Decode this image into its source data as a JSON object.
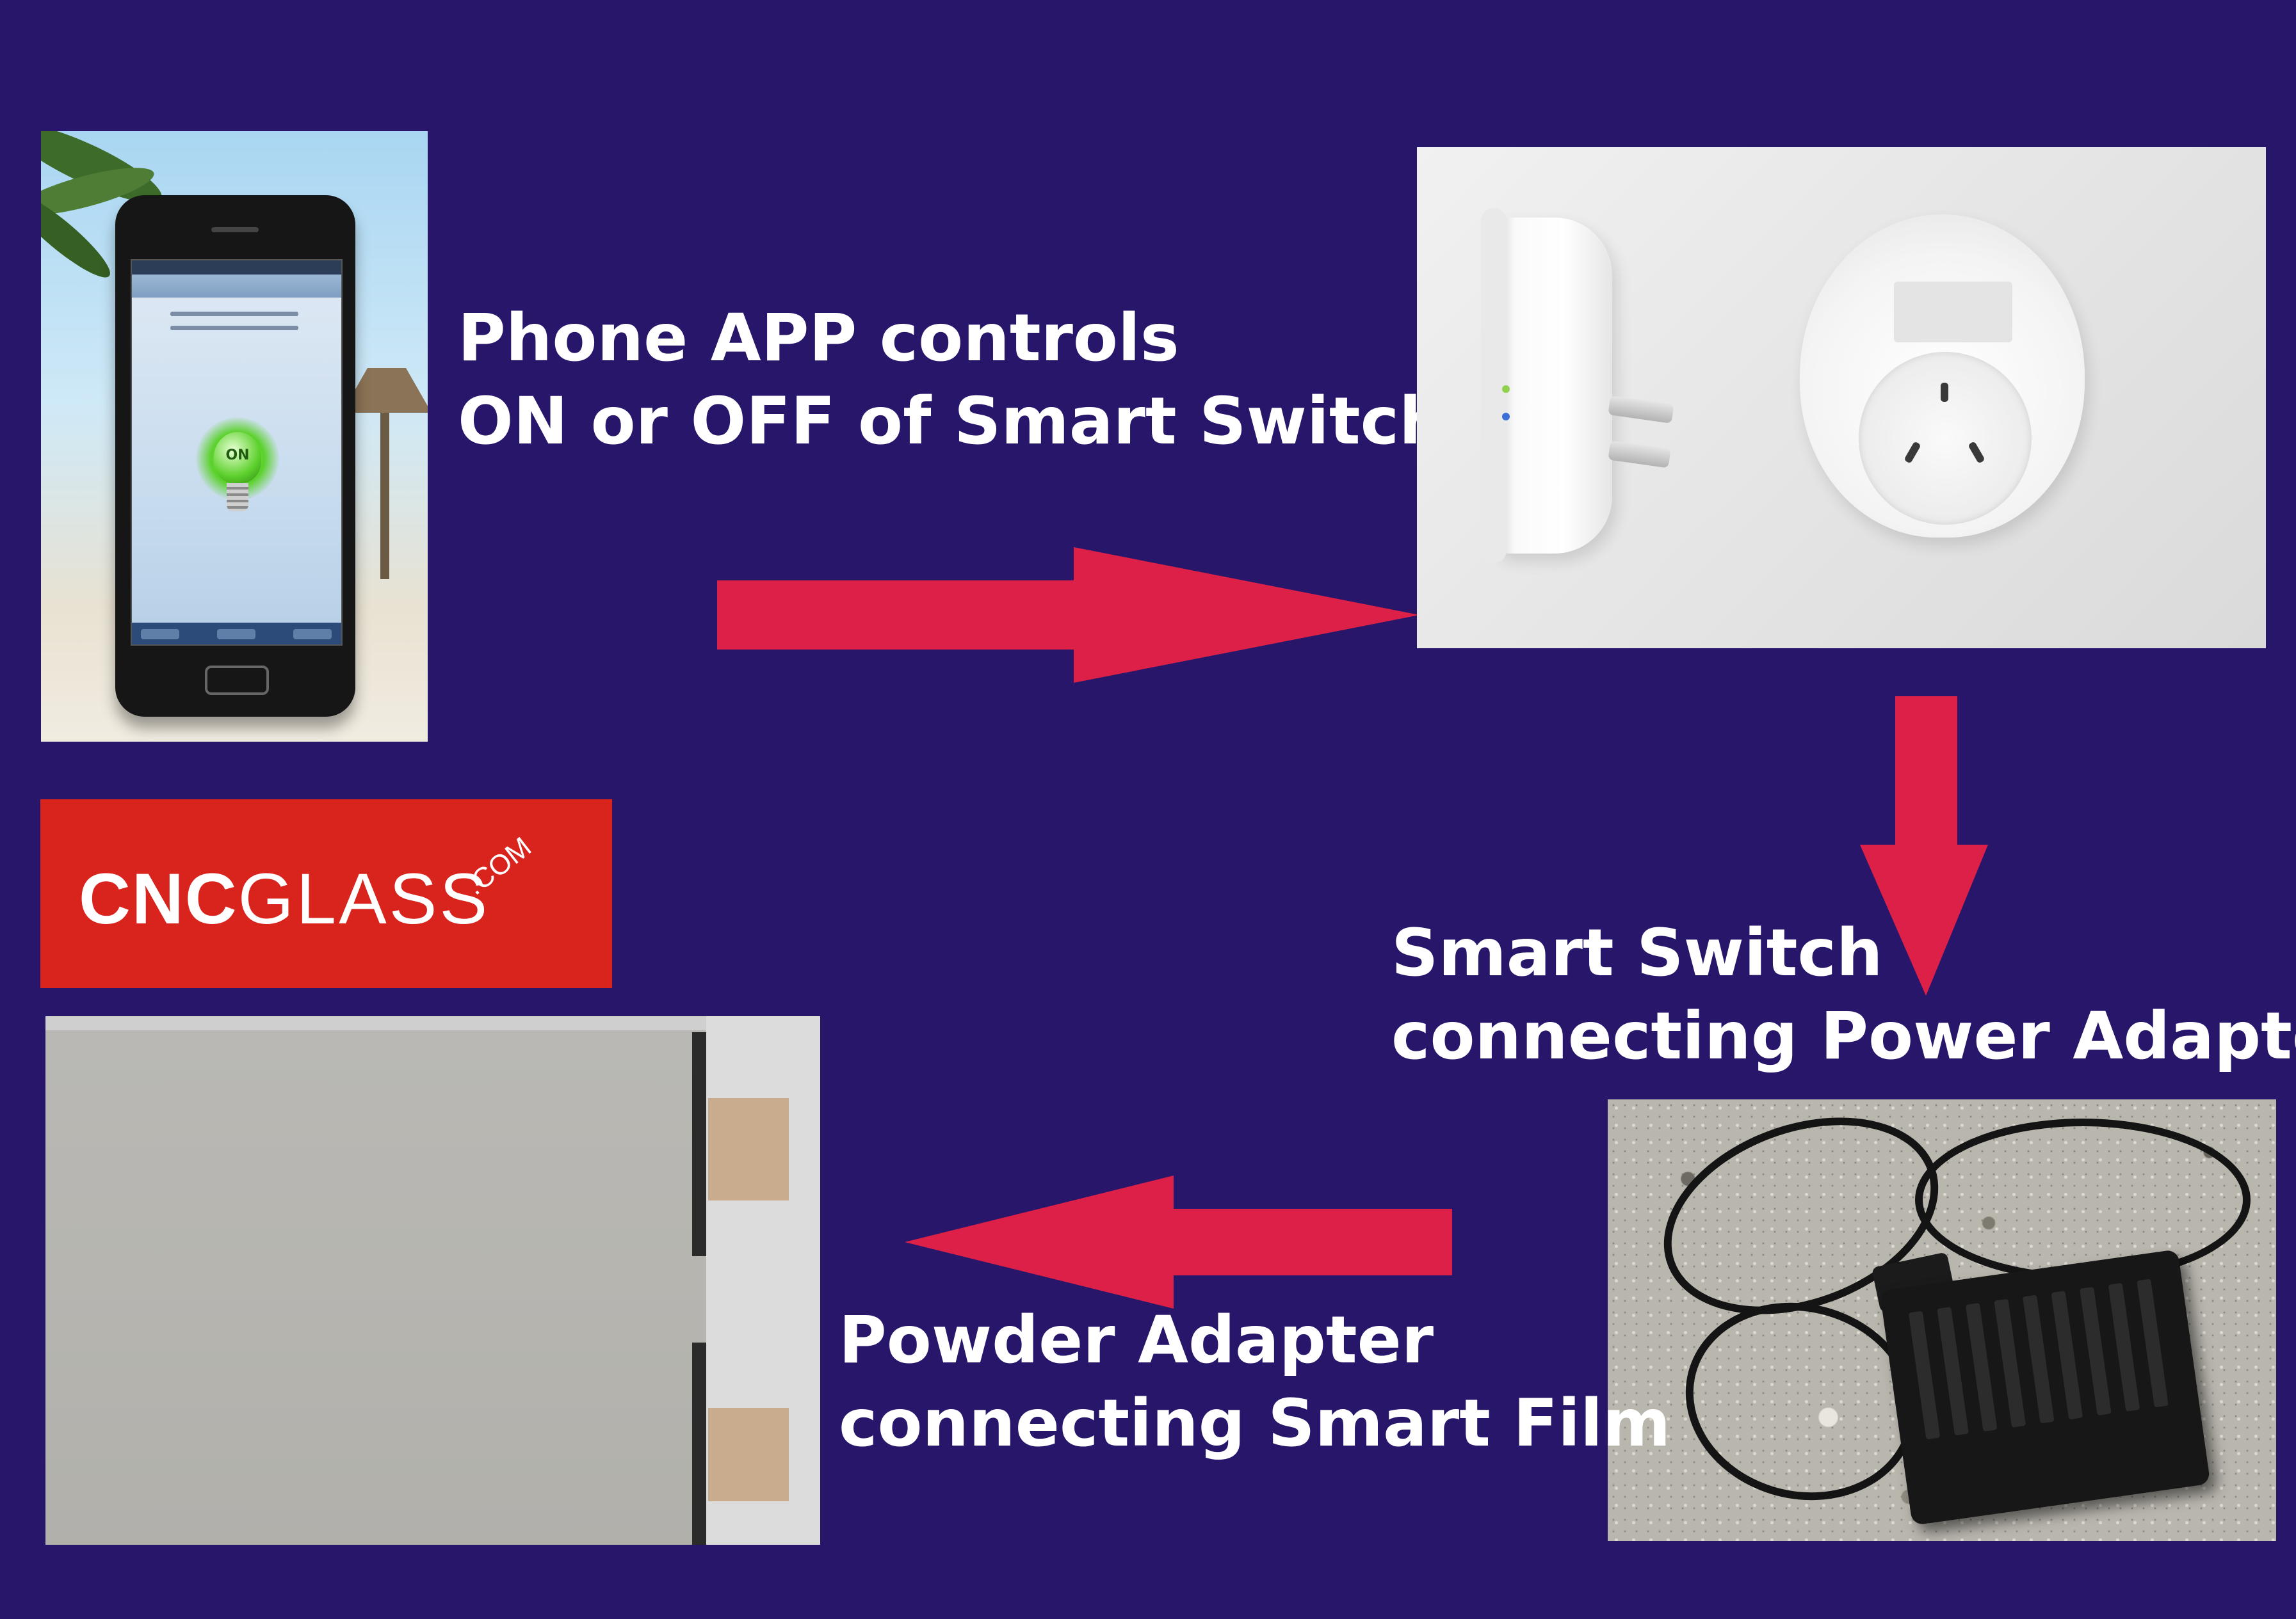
{
  "brand": {
    "logo_bold": "CNC",
    "logo_regular": "GLASS",
    "logo_suffix": ".COM",
    "logo_color": "#d9231d"
  },
  "colors": {
    "background": "#28166b",
    "arrow": "#dd2048",
    "text": "#ffffff"
  },
  "steps": [
    {
      "id": "phone",
      "caption": [
        "Phone APP controls",
        "ON or OFF of Smart Switch"
      ]
    },
    {
      "id": "switch",
      "caption": [
        "Smart Switch",
        "connecting Power Adapter"
      ]
    },
    {
      "id": "adapter",
      "caption": [
        "Powder Adapter",
        "connecting Smart Film"
      ]
    }
  ],
  "phone_screen": {
    "bulb_label": "ON"
  },
  "flow": [
    {
      "from": "phone-photo",
      "to": "switch-photo",
      "direction": "right"
    },
    {
      "from": "switch-photo",
      "to": "adapter-photo",
      "direction": "down"
    },
    {
      "from": "adapter-photo",
      "to": "film-photo",
      "direction": "left"
    }
  ]
}
